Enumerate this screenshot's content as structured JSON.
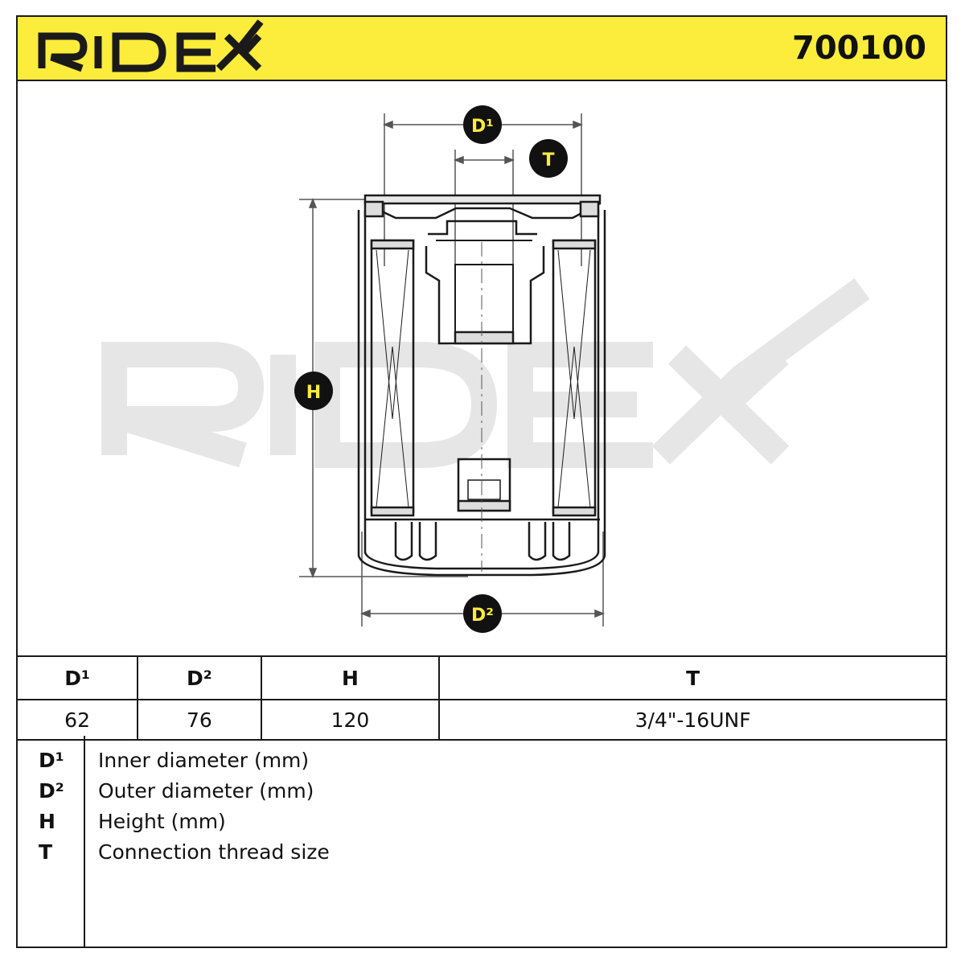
{
  "header": {
    "brand": "RIDEX",
    "part_number": "700100",
    "brand_color": "#1a1a1a",
    "background_color": "#fcec3c"
  },
  "drawing": {
    "watermark": "RIDEX",
    "watermark_color": "#e6e6e6",
    "callouts": {
      "d1": "D¹",
      "d2": "D²",
      "h": "H",
      "t": "T"
    },
    "callout_fill": "#111111",
    "callout_text_color": "#fcec3c"
  },
  "spec_table": {
    "columns": [
      "D¹",
      "D²",
      "H",
      "T"
    ],
    "values": [
      "62",
      "76",
      "120",
      "3/4\"-16UNF"
    ]
  },
  "legend": {
    "items": [
      {
        "key": "D¹",
        "desc": "Inner diameter (mm)"
      },
      {
        "key": "D²",
        "desc": "Outer diameter (mm)"
      },
      {
        "key": "H",
        "desc": "Height (mm)"
      },
      {
        "key": "T",
        "desc": "Connection thread size"
      }
    ]
  }
}
